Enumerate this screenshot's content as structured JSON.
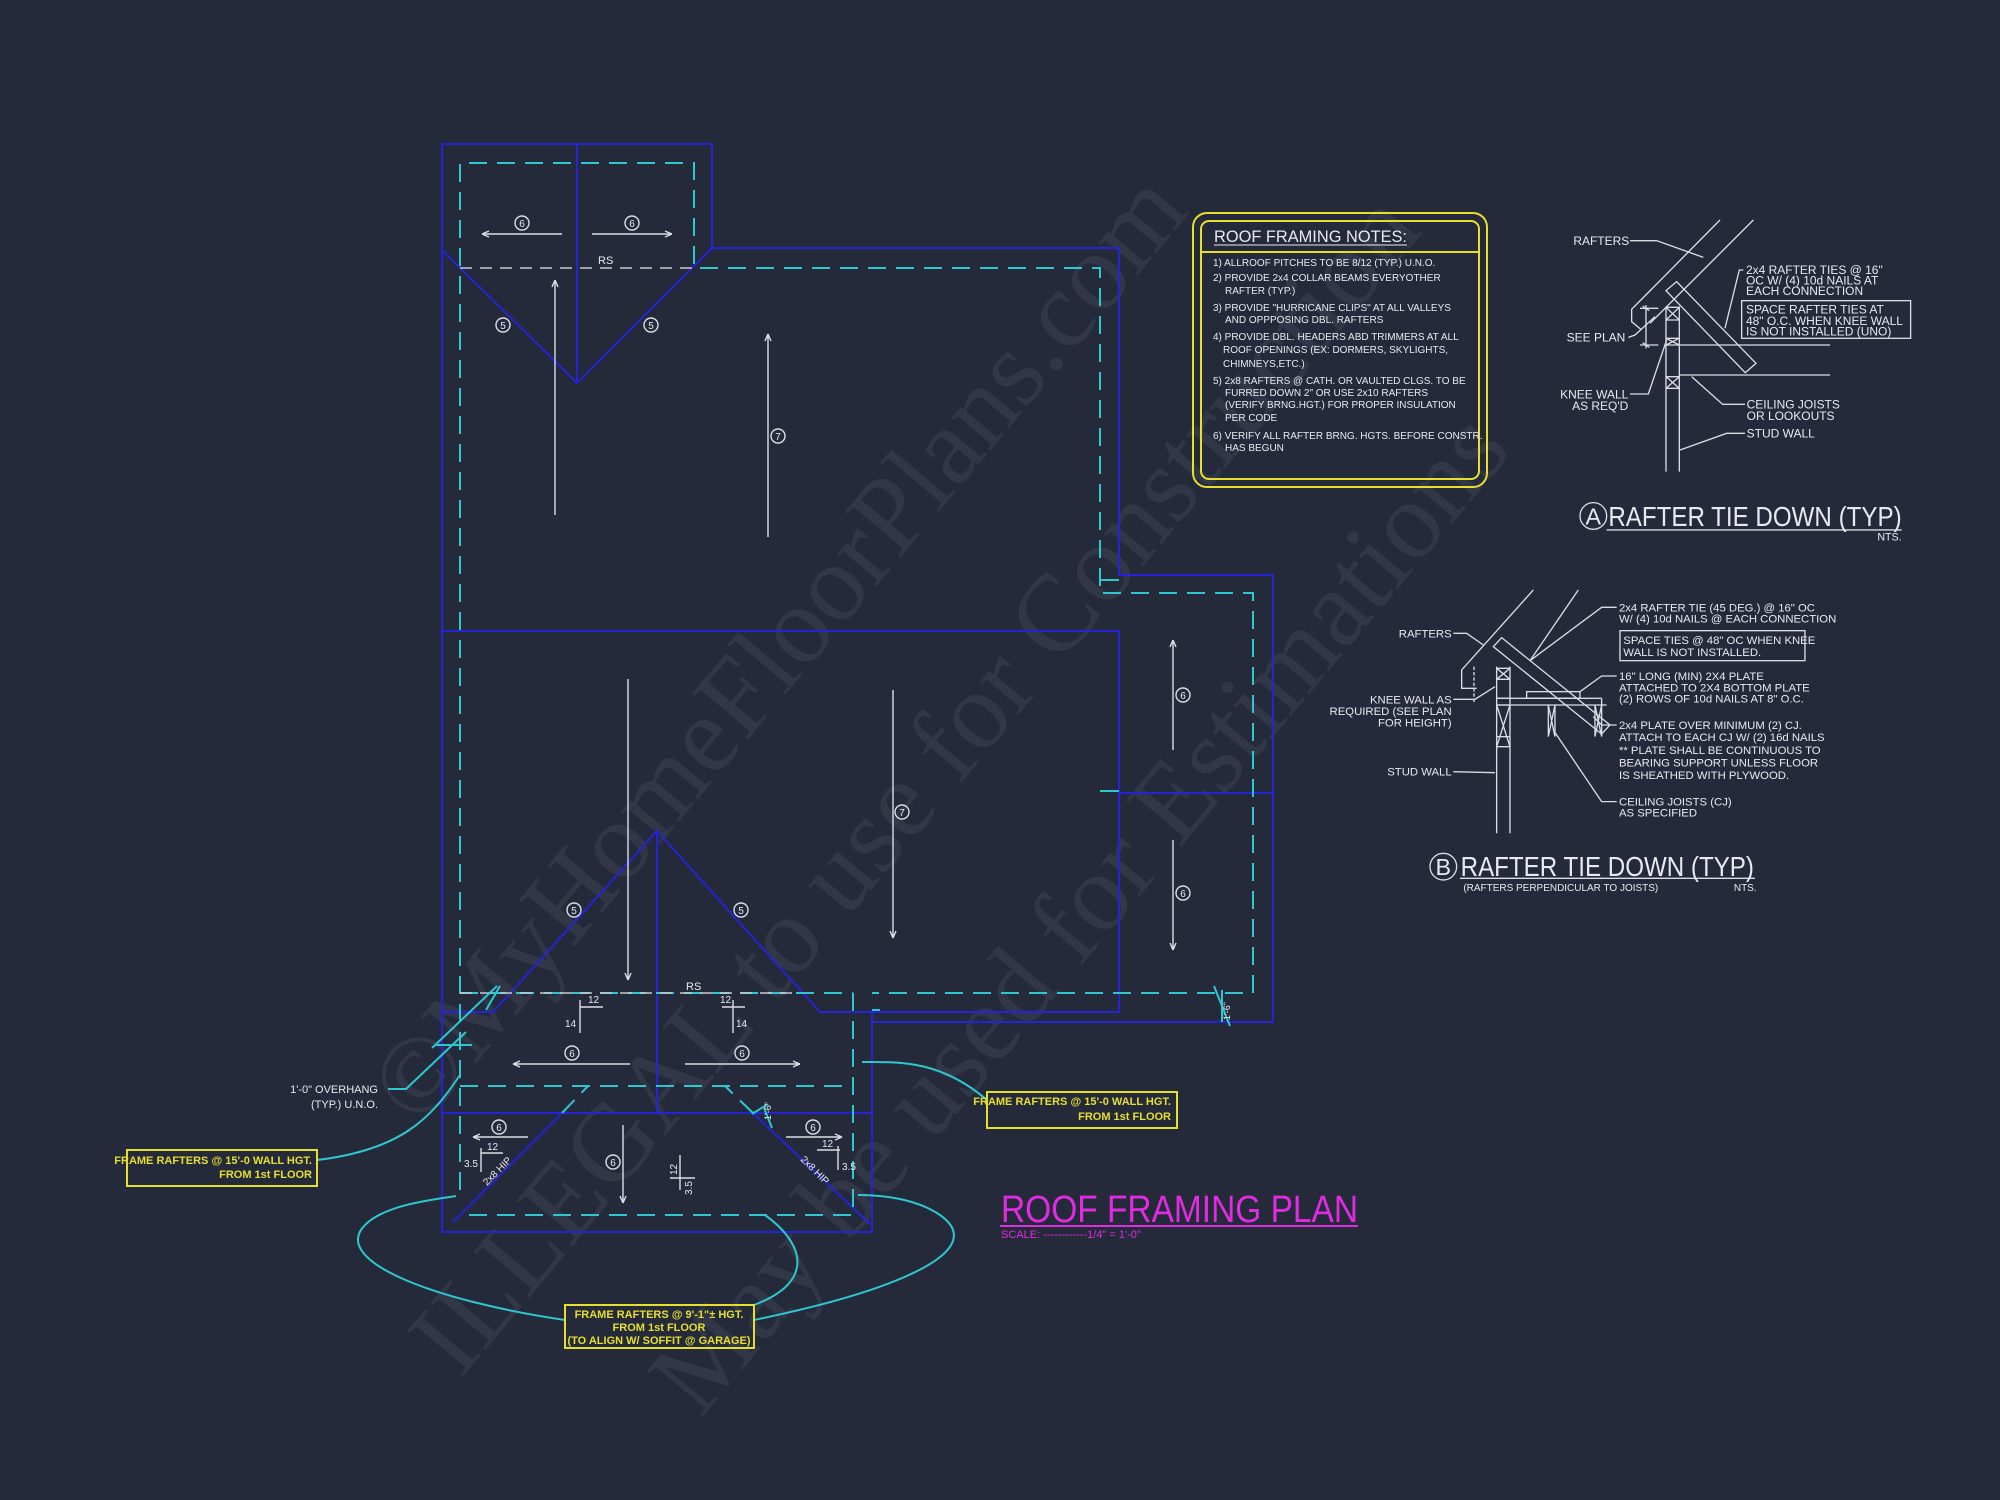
{
  "colors": {
    "background": "#252a3b",
    "roof_outline": "#2424d6",
    "wall_line": "#2ec7cf",
    "callout": "#e6df2e",
    "title": "#e02be0",
    "annotation": "#e9e9ef"
  },
  "watermark": [
    "©MyHomeFloorPlans.com",
    "ILLEGAL to use for Construction",
    "May be used for Estimations"
  ],
  "plan": {
    "title": "ROOF FRAMING PLAN",
    "scale": "SCALE: ------------1/4\" = 1'-0\"",
    "ridge_label": "RS",
    "pitch_marks": {
      "rise_14": "14",
      "run_12": "12",
      "rise_3_5": "3.5"
    },
    "hip_label": "2x8 HIP",
    "dim_1_6": "1'-6\"",
    "circle_numbers": {
      "five": "5",
      "six": "6",
      "seven": "7"
    },
    "overhang_note": [
      "1'-0\" OVERHANG",
      "(TYP.) U.N.O."
    ],
    "callout_left": [
      "FRAME RAFTERS @ 15'-0 WALL HGT.",
      "FROM 1st FLOOR"
    ],
    "callout_right": [
      "FRAME RAFTERS @ 15'-0 WALL HGT.",
      "FROM 1st FLOOR"
    ],
    "callout_bottom": [
      "FRAME RAFTERS @ 9'-1\"± HGT.",
      "FROM 1st FLOOR",
      "(TO ALIGN W/ SOFFIT @ GARAGE)"
    ]
  },
  "notes": {
    "title": "ROOF FRAMING NOTES:",
    "lines": [
      "1) ALLROOF PITCHES TO BE  8/12 (TYP.) U.N.O.",
      "2) PROVIDE 2x4 COLLAR BEAMS EVERYOTHER",
      "RAFTER (TYP.)",
      "3) PROVIDE \"HURRICANE CLIPS\" AT ALL VALLEYS",
      "AND OPPPOSING DBL. RAFTERS",
      "4) PROVIDE DBL. HEADERS ABD TRIMMERS AT ALL",
      "ROOF OPENINGS (EX: DORMERS, SKYLIGHTS,",
      "CHIMNEYS,ETC.)",
      "5) 2x8 RAFTERS @ CATH. OR VAULTED CLGS. TO BE",
      "FURRED DOWN 2\" OR USE 2x10 RAFTERS",
      "(VERIFY BRNG.HGT.) FOR PROPER INSULATION",
      "PER CODE",
      "6) VERIFY ALL RAFTER BRNG. HGTS. BEFORE CONSTR.",
      "HAS BEGUN"
    ]
  },
  "detail_a": {
    "marker": "A",
    "title": "RAFTER TIE DOWN (TYP)",
    "nts": "NTS.",
    "rafters": "RAFTERS",
    "see_plan": "SEE PLAN",
    "knee_wall": [
      "KNEE WALL",
      "AS REQ'D"
    ],
    "ties": [
      "2x4 RAFTER TIES @ 16\"",
      "OC W/ (4) 10d NAILS AT",
      "EACH CONNECTION"
    ],
    "spacing": [
      "SPACE RAFTER TIES AT",
      "48\" O.C. WHEN KNEE WALL",
      "IS NOT INSTALLED (UNO)"
    ],
    "ceiling": [
      "CEILING JOISTS",
      "OR LOOKOUTS"
    ],
    "stud_wall": "STUD WALL"
  },
  "detail_b": {
    "marker": "B",
    "title": "RAFTER TIE DOWN (TYP)",
    "subtitle": "(RAFTERS PERPENDICULAR TO JOISTS)",
    "nts": "NTS.",
    "rafters": "RAFTERS",
    "knee_wall": [
      "KNEE WALL AS",
      "REQUIRED (SEE PLAN",
      "FOR HEIGHT)"
    ],
    "stud_wall": "STUD WALL",
    "tie": [
      "2x4 RAFTER TIE (45 DEG.) @ 16\" OC",
      "W/ (4) 10d NAILS @ EACH CONNECTION"
    ],
    "spacing": [
      "SPACE TIES @ 48\" OC WHEN KNEE",
      "WALL IS NOT INSTALLED."
    ],
    "plate": [
      "16\" LONG (MIN) 2X4 PLATE",
      "ATTACHED TO 2X4 BOTTOM PLATE",
      "(2) ROWS OF 10d NAILS AT 8\" O.C."
    ],
    "plate_cj": [
      "2x4 PLATE OVER MINIMUM (2) CJ.",
      "ATTACH TO EACH CJ W/ (2) 16d NAILS",
      "** PLATE SHALL BE CONTINUOUS TO",
      "BEARING SUPPORT UNLESS FLOOR",
      "IS SHEATHED WITH PLYWOOD."
    ],
    "ceiling": [
      "CEILING JOISTS (CJ)",
      "AS SPECIFIED"
    ]
  }
}
